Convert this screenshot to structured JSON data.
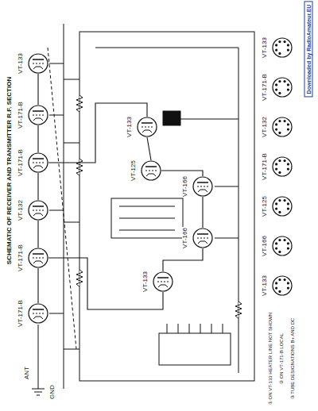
{
  "diagram": {
    "title": "SCHEMATIC OF RECEIVER AND TRANSMITTER R.F. SECTION",
    "nodes": [
      {
        "text": [
          "VT-133"
        ]
      },
      {
        "text": [
          "VT-171-B"
        ]
      },
      {
        "text": [
          "VT-171-B"
        ]
      },
      {
        "text": [
          "VT-132"
        ]
      },
      {
        "text": [
          "VT-171-B"
        ]
      },
      {
        "text": [
          "VT-171-B"
        ]
      },
      {
        "text": [
          "VT-133"
        ]
      },
      {
        "text": [
          "VT-125"
        ]
      },
      {
        "text": [
          "VT-133"
        ]
      },
      {
        "text": [
          "VT-166"
        ]
      },
      {
        "text": [
          "VT-166"
        ]
      },
      {
        "text": [
          "VT-133"
        ]
      },
      {
        "text": [
          "VT-171-B"
        ]
      },
      {
        "text": [
          "VT-132"
        ]
      },
      {
        "text": [
          "VT-171-B"
        ]
      },
      {
        "text": [
          "VT-125"
        ]
      },
      {
        "text": [
          "VT-166"
        ]
      },
      {
        "text": [
          "VT-133"
        ]
      }
    ],
    "edges": [
      {
        "from": 0,
        "to": 1,
        "arrow": "none"
      },
      {
        "from": 1,
        "to": 2,
        "arrow": "none"
      },
      {
        "from": 2,
        "to": 3,
        "arrow": "none"
      },
      {
        "from": 3,
        "to": 4,
        "arrow": "none"
      },
      {
        "from": 4,
        "to": 5,
        "arrow": "none"
      },
      {
        "from": 6,
        "to": 7,
        "arrow": "none"
      },
      {
        "from": 9,
        "to": 10,
        "arrow": "none"
      },
      {
        "from": 7,
        "to": 9,
        "arrow": "none"
      },
      {
        "from": 10,
        "to": 8,
        "arrow": "none"
      },
      {
        "from": 2,
        "to": 6,
        "arrow": "none"
      },
      {
        "from": 4,
        "to": 8,
        "arrow": "none"
      }
    ],
    "labels": [
      "Downloaded by RadioAmateur.EU",
      "① ON VT-133 HEATER LINE NOT SHOWN",
      "② ON VT-171-B LOCAL",
      "③ TUBE DESIGNATIONS B+ AND DC",
      "ANT",
      "GND"
    ]
  }
}
